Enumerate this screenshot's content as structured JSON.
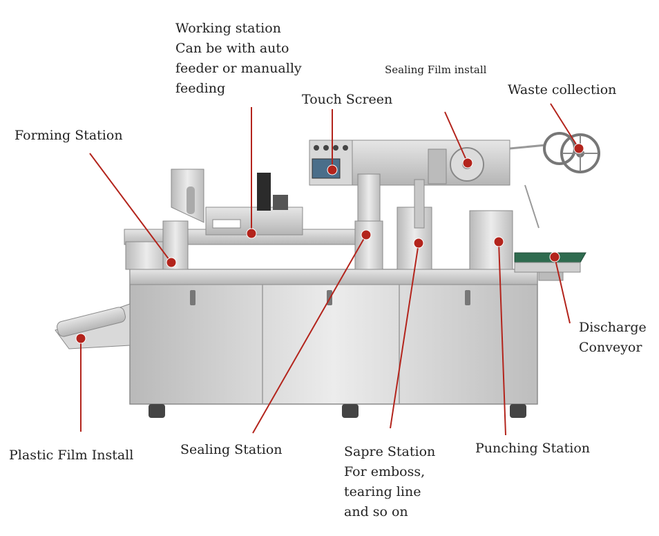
{
  "labels": {
    "working_station": [
      "Working station",
      "Can be with auto",
      "feeder or manually",
      "feeding"
    ],
    "sealing_film_install": "Sealing Film install",
    "touch_screen": "Touch Screen",
    "waste_collection": "Waste collection",
    "forming_station": "Forming Station",
    "discharge_conveyor": [
      "Discharge",
      "Conveyor"
    ],
    "plastic_film_install": "Plastic Film Install",
    "sealing_station": "Sealing Station",
    "sapre_station": [
      "Sapre Station",
      "For emboss,",
      "tearing line",
      "and so on"
    ],
    "punching_station": "Punching Station"
  },
  "colors": {
    "leader": "#b3241c",
    "machine_body": "#cfcfcf",
    "machine_dark": "#8a8a8a",
    "conveyor_belt": "#2f6b4f",
    "text": "#222222"
  }
}
